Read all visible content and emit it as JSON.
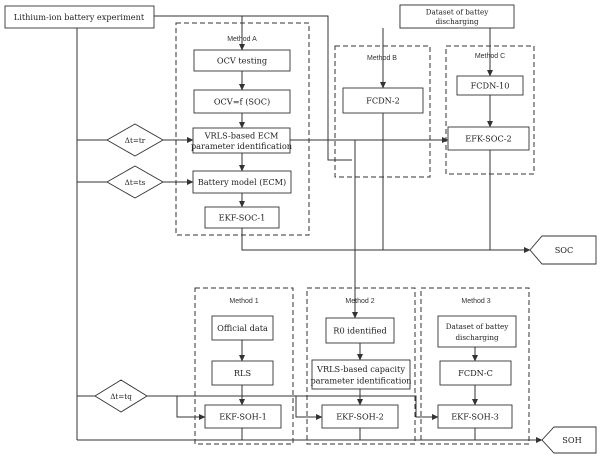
{
  "nodes": {
    "lithium": "Lithium-ion battery experiment",
    "dataset_top": [
      "Dataset of battey",
      "discharging"
    ],
    "method_a": "Method A",
    "method_b": "Method B",
    "method_c": "Method C",
    "ocv_testing": "OCV testing",
    "ocv_soc": "OCV=f (SOC)",
    "vrls_ecm": [
      "VRLS-based ECM",
      "parameter identification"
    ],
    "battery_model": "Battery model (ECM)",
    "ekf_soc_1": "EKF-SOC-1",
    "fcdn_2": "FCDN-2",
    "fcdn_10": "FCDN-10",
    "efk_soc_2": "EFK-SOC-2",
    "dt_tr": "Δt=tr",
    "dt_ts": "Δt=ts",
    "dt_tq": "Δt=tq",
    "soc": "SOC",
    "soh": "SOH",
    "method_1": "Method 1",
    "method_2": "Method 2",
    "method_3": "Method 3",
    "official_data": "Official data",
    "rls": "RLS",
    "ekf_soh_1": "EKF-SOH-1",
    "r0": "R0 identified",
    "vrls_cap": [
      "VRLS-based capacity",
      "parameter identification"
    ],
    "ekf_soh_2": "EKF-SOH-2",
    "dataset_bottom": [
      "Dataset of battey",
      "discharging"
    ],
    "fcdn_c": "FCDN-C",
    "ekf_soh_3": "EKF-SOH-3"
  }
}
